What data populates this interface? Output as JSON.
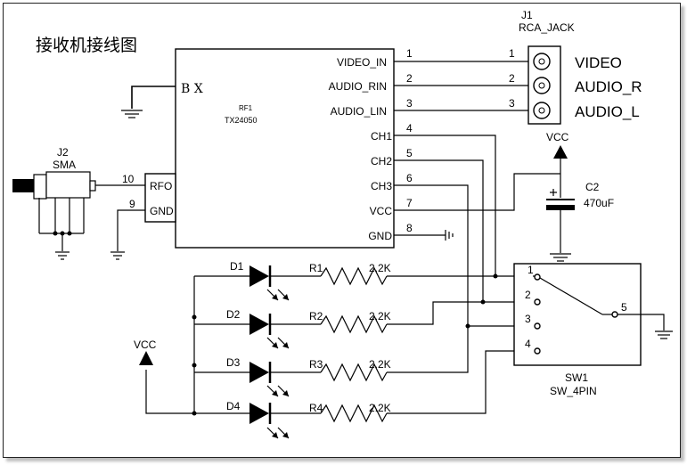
{
  "title": "接收机接线图",
  "module": {
    "ref": "RF1",
    "part": "TX24050",
    "antenna_label": "B X"
  },
  "module_pins_right": [
    {
      "name": "VIDEO_IN",
      "num": "1"
    },
    {
      "name": "AUDIO_RIN",
      "num": "2"
    },
    {
      "name": "AUDIO_LIN",
      "num": "3"
    },
    {
      "name": "CH1",
      "num": "4"
    },
    {
      "name": "CH2",
      "num": "5"
    },
    {
      "name": "CH3",
      "num": "6"
    },
    {
      "name": "VCC",
      "num": "7"
    },
    {
      "name": "GND",
      "num": "8"
    }
  ],
  "module_pins_left": [
    {
      "name": "RFO",
      "num": "10"
    },
    {
      "name": "GND",
      "num": "9"
    }
  ],
  "jack": {
    "ref": "J1",
    "name": "RCA_JACK",
    "pins": [
      {
        "num": "1",
        "label": "VIDEO"
      },
      {
        "num": "2",
        "label": "AUDIO_R"
      },
      {
        "num": "3",
        "label": "AUDIO_L"
      }
    ]
  },
  "sma": {
    "ref": "J2",
    "name": "SMA"
  },
  "cap": {
    "ref": "C2",
    "value": "470uF"
  },
  "vcc_label": "VCC",
  "leds": [
    "D1",
    "D2",
    "D3",
    "D4"
  ],
  "resistors": [
    {
      "ref": "R1",
      "value": "2.2K"
    },
    {
      "ref": "R2",
      "value": "2.2K"
    },
    {
      "ref": "R3",
      "value": "2.2K"
    },
    {
      "ref": "R4",
      "value": "2.2K"
    }
  ],
  "switch": {
    "ref": "SW1",
    "name": "SW_4PIN",
    "pins": [
      "1",
      "2",
      "3",
      "4"
    ],
    "common_pin": "5"
  }
}
